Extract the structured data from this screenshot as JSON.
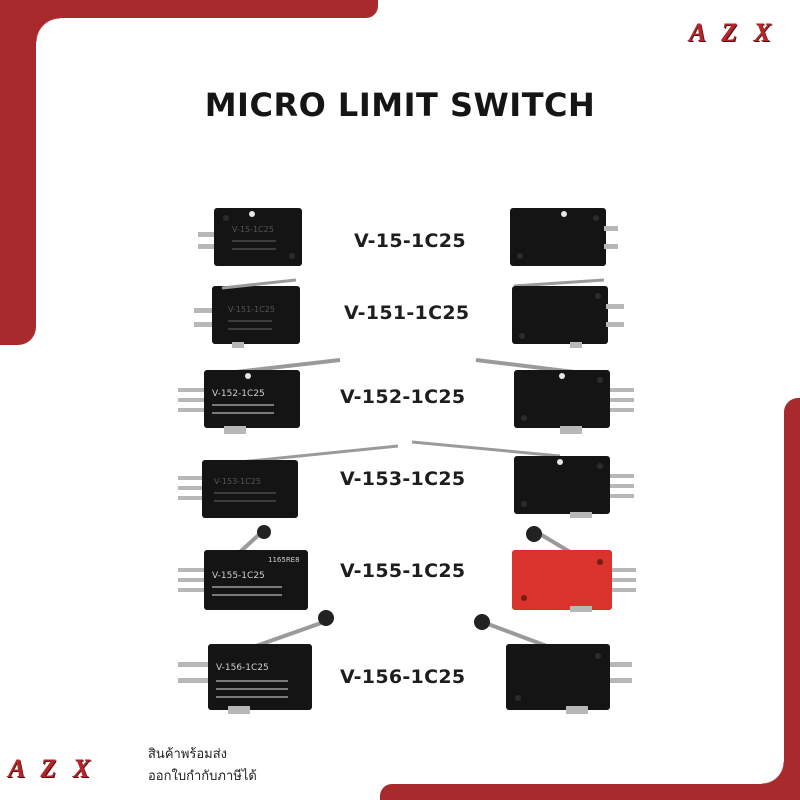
{
  "brand": {
    "logo_text": "A Z X",
    "accent": "#a82a2c"
  },
  "title": "MICRO LIMIT SWITCH",
  "models": [
    {
      "label": "V-15-1C25",
      "printed_model": "V-15-1C25",
      "actuator": "pin-plunger"
    },
    {
      "label": "V-151-1C25",
      "printed_model": "V-151-1C25",
      "actuator": "short-hinge-lever"
    },
    {
      "label": "V-152-1C25",
      "printed_model": "V-152-1C25",
      "actuator": "hinge-lever"
    },
    {
      "label": "V-153-1C25",
      "printed_model": "V-153-1C25",
      "actuator": "long-hinge-lever"
    },
    {
      "label": "V-155-1C25",
      "printed_model": "V-155-1C25",
      "actuator": "short-roller-lever"
    },
    {
      "label": "V-156-1C25",
      "printed_model": "V-156-1C25",
      "actuator": "roller-lever"
    }
  ],
  "colors": {
    "switch_body": "#141414",
    "red_variant": "#d9332c",
    "lever": "#9a9a9a"
  },
  "footer": {
    "line1": "สินค้าพร้อมส่ง",
    "line2": "ออกใบกำกับภาษีได้"
  }
}
